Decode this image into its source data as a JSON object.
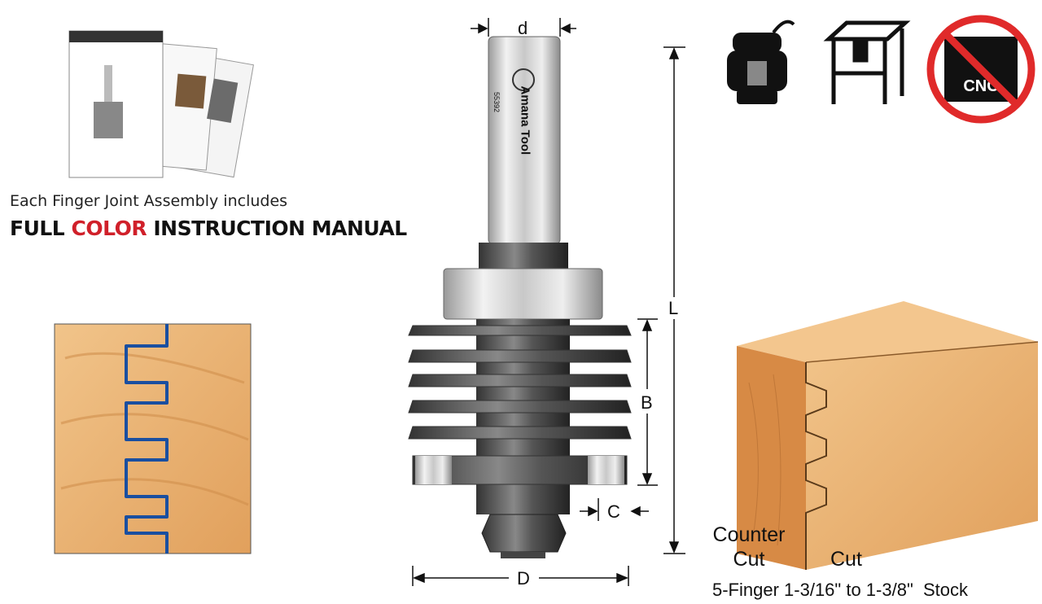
{
  "manual": {
    "line1": "Each Finger Joint Assembly includes",
    "line2_part1": "FULL",
    "line2_highlight": "COLOR",
    "line2_part2": "INSTRUCTION MANUAL",
    "highlight_color": "#d0202a"
  },
  "router_bit": {
    "brand": "Amana Tool",
    "model": "55392",
    "dimensions": {
      "d": "d",
      "L": "L",
      "B": "B",
      "C": "C",
      "D": "D"
    }
  },
  "icons": [
    "handheld-router-icon",
    "router-table-icon",
    "no-cnc-icon"
  ],
  "no_cnc_label": "CNC",
  "wood_block": {
    "counter_cut_line1": "Counter",
    "counter_cut_line2": "Cut",
    "cut_label": "Cut",
    "stock_caption": "5-Finger 1-3/16\" to 1-3/8\"  Stock"
  },
  "colors": {
    "joint_line": "#1a4fa0",
    "wood": "#e8b272",
    "no_sign": "#e02a2a"
  }
}
